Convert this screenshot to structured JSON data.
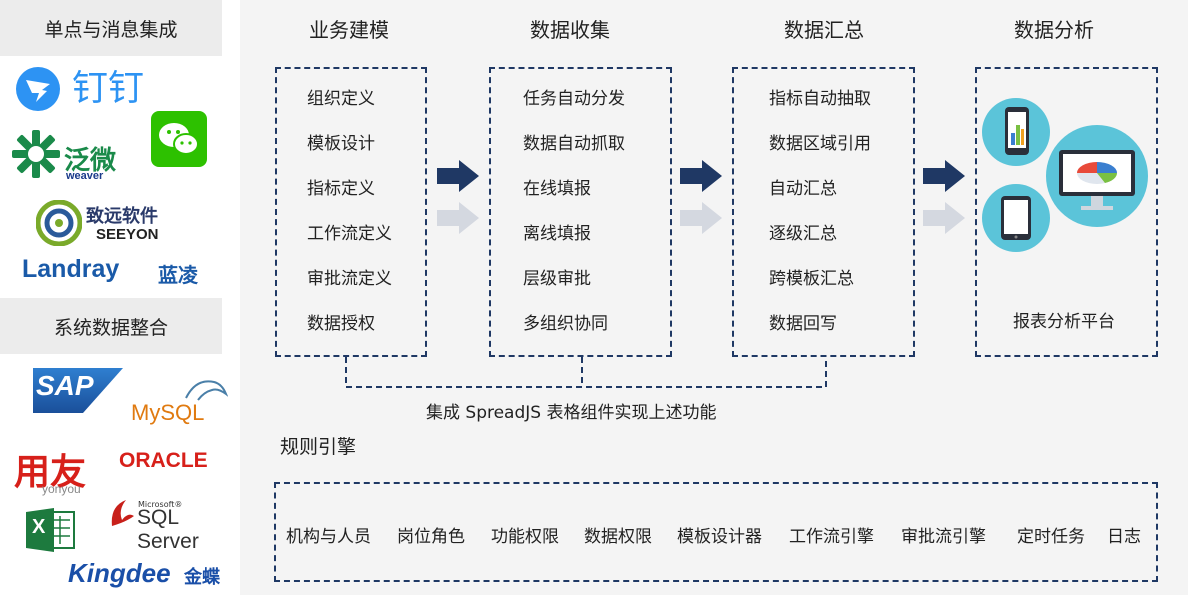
{
  "sidebar": {
    "section1_title": "单点与消息集成",
    "section2_title": "系统数据整合",
    "logos": {
      "dingtalk": "钉钉",
      "weaver_cn": "泛微",
      "weaver_en": "weaver",
      "seeyon_cn": "致远软件",
      "seeyon_en": "SEEYON",
      "landray_en": "Landray",
      "landray_cn": "蓝凌",
      "sap": "SAP",
      "mysql": "MySQL",
      "yonyou_cn": "用友",
      "yonyou_en": "yonyou",
      "oracle": "ORACLE",
      "excel": "X",
      "sqlserver_small": "Microsoft®",
      "sqlserver": "SQL Server",
      "kingdee_en": "Kingdee",
      "kingdee_cn": "金蝶"
    }
  },
  "columns": [
    {
      "title": "业务建模",
      "items": [
        "组织定义",
        "模板设计",
        "指标定义",
        "工作流定义",
        "审批流定义",
        "数据授权"
      ]
    },
    {
      "title": "数据收集",
      "items": [
        "任务自动分发",
        "数据自动抓取",
        "在线填报",
        "离线填报",
        "层级审批",
        "多组织协同"
      ]
    },
    {
      "title": "数据汇总",
      "items": [
        "指标自动抽取",
        "数据区域引用",
        "自动汇总",
        "逐级汇总",
        "跨模板汇总",
        "数据回写"
      ]
    },
    {
      "title": "数据分析",
      "items": [
        "报表分析平台"
      ]
    }
  ],
  "bracket_label": "集成 SpreadJS 表格组件实现上述功能",
  "engine": {
    "title": "规则引擎",
    "items": [
      "机构与人员",
      "岗位角色",
      "功能权限",
      "数据权限",
      "模板设计器",
      "工作流引擎",
      "审批流引擎",
      "定时任务",
      "日志"
    ]
  },
  "colors": {
    "accent": "#1f3864",
    "sidebar_header_bg": "#ececec",
    "main_bg": "#f4f4f4",
    "icon_circle": "#5bc4d9"
  }
}
